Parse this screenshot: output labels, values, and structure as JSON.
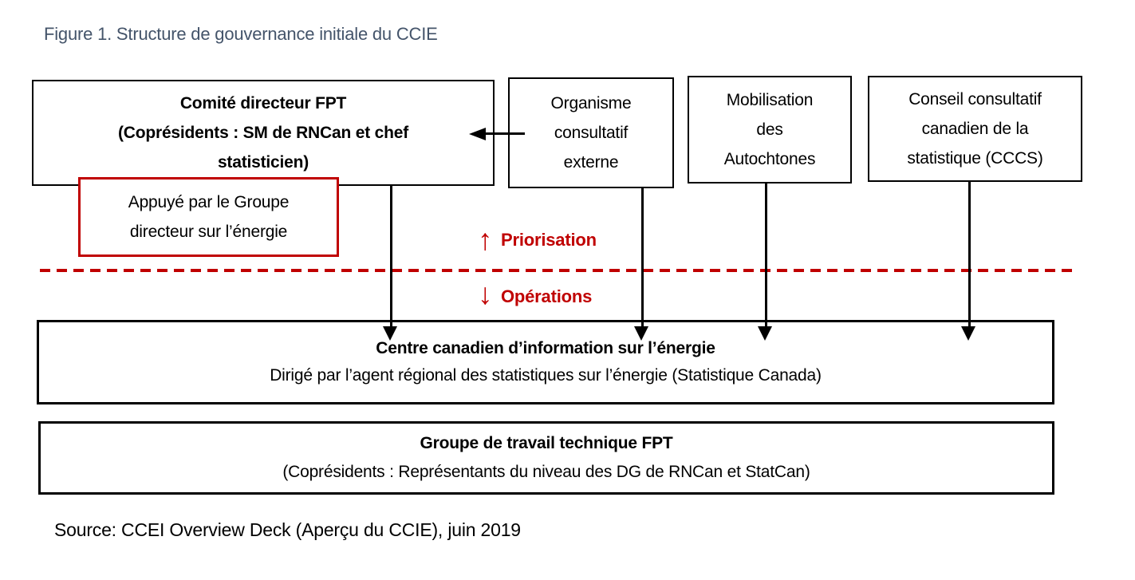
{
  "title": {
    "text": "Figure 1. Structure de gouvernance initiale du CCIE",
    "color": "#44546A"
  },
  "colors": {
    "accent_red": "#C00000",
    "box_border": "#000000"
  },
  "boxes": {
    "fpt_steering": {
      "line1": "Comité directeur FPT",
      "line2": "(Coprésidents : SM de RNCan et chef",
      "line3": "statisticien)"
    },
    "external_advisory": {
      "line1": "Organisme",
      "line2": "consultatif",
      "line3": "externe"
    },
    "indigenous_engagement": {
      "line1": "Mobilisation",
      "line2": "des",
      "line3": "Autochtones"
    },
    "cccs": {
      "line1": "Conseil consultatif",
      "line2": "canadien de la",
      "line3": "statistique (CCCS)"
    },
    "support_note": {
      "line1": "Appuyé par le Groupe",
      "line2": "directeur sur l’énergie"
    },
    "ccei": {
      "title": "Centre canadien d’information sur l’énergie",
      "subtitle": "Dirigé par l’agent régional des statistiques sur l’énergie (Statistique Canada)"
    },
    "technical_wg": {
      "title": "Groupe de travail technique FPT",
      "subtitle": "(Coprésidents : Représentants du niveau des DG de RNCan et StatCan)"
    }
  },
  "divider": {
    "up_arrow": "↑",
    "above_label": "Priorisation",
    "down_arrow": "↓",
    "below_label": "Opérations"
  },
  "source_note": "Source: CCEI Overview Deck (Aperçu du CCIE), juin 2019"
}
